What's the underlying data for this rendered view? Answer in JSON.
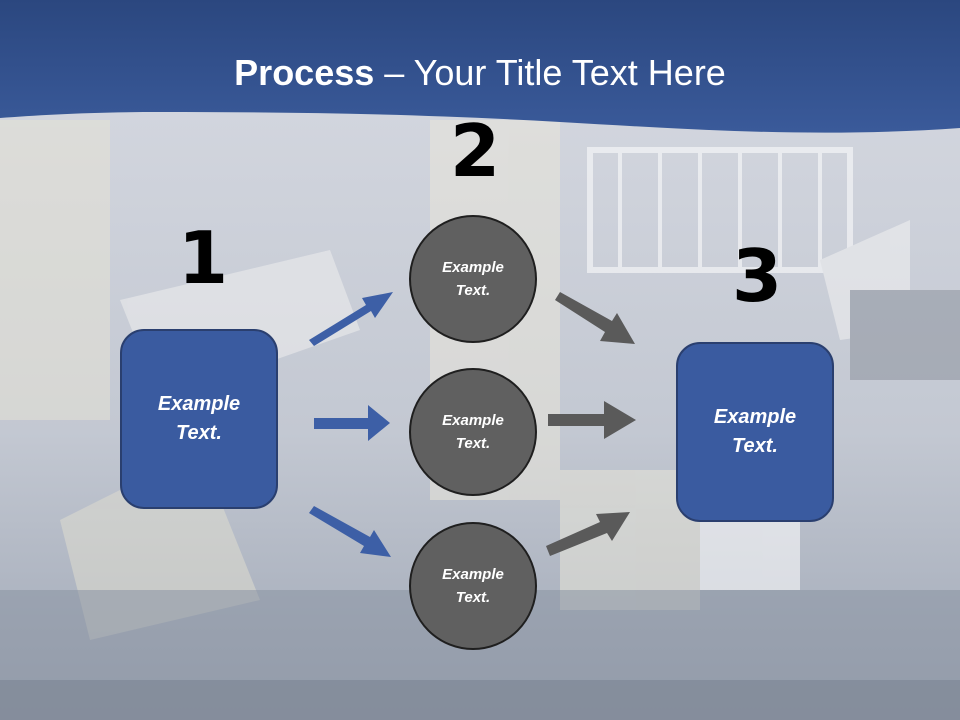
{
  "header": {
    "title_bold": "Process",
    "title_rest": " – Your Title Text Here"
  },
  "steps": [
    {
      "number": "1",
      "label_line1": "Example",
      "label_line2": "Text."
    },
    {
      "number": "2",
      "label_line1": "Example",
      "label_line2": "Text."
    },
    {
      "number": "3",
      "label_line1": "Example",
      "label_line2": "Text."
    }
  ],
  "middle_nodes": [
    {
      "label_line1": "Example",
      "label_line2": "Text."
    },
    {
      "label_line1": "Example",
      "label_line2": "Text."
    },
    {
      "label_line1": "Example",
      "label_line2": "Text."
    }
  ],
  "colors": {
    "header_band": "#304f8c",
    "box_fill": "#3a5ba0",
    "circle_fill": "#606060",
    "arrow_blue": "#3d5fa6",
    "arrow_gray": "#5a5a5a"
  }
}
